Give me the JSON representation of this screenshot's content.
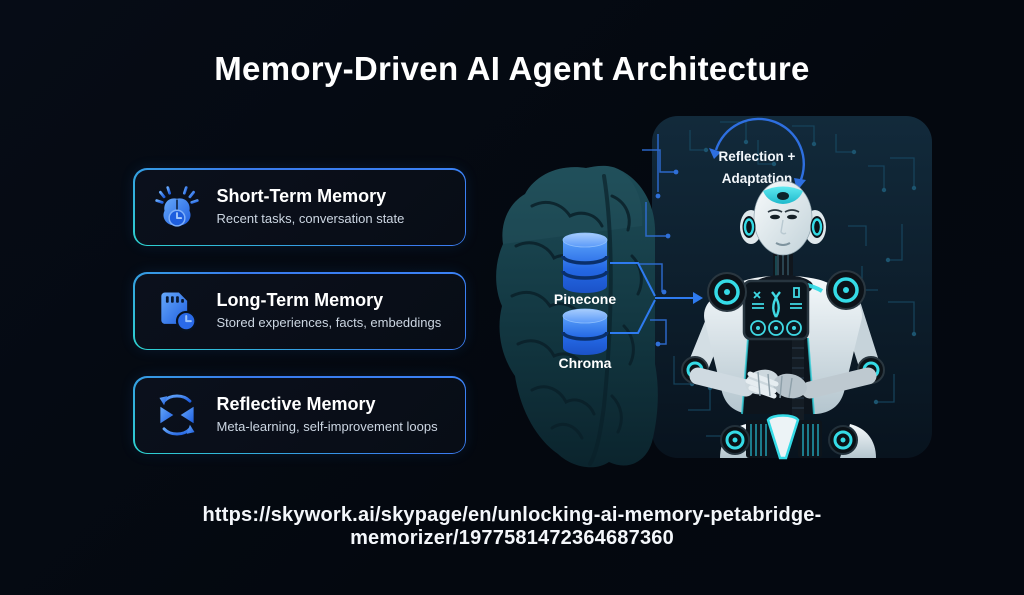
{
  "title": "Memory-Driven AI Agent Architecture",
  "cards": [
    {
      "icon": "short-term-memory-brain-icon",
      "title": "Short-Term Memory",
      "subtitle": "Recent tasks, conversation state"
    },
    {
      "icon": "long-term-memory-card-icon",
      "title": "Long-Term Memory",
      "subtitle": "Stored experiences, facts, embeddings"
    },
    {
      "icon": "reflective-memory-loop-icon",
      "title": "Reflective Memory",
      "subtitle": "Meta-learning, self-improvement loops"
    }
  ],
  "diagram": {
    "database_labels": {
      "top": "Pinecone",
      "bottom": "Chroma"
    },
    "loop_label": {
      "line1": "Reflection +",
      "line2": "Adaptation"
    }
  },
  "footer": {
    "url_line1": "https://skywork.ai/skypage/en/unlocking-ai-memory-petabridge-",
    "url_line2": "memorizer/1977581472364687360"
  },
  "colors": {
    "background": "#050a12",
    "card_border_blue": "#3b82f6",
    "card_border_teal": "#2dd4cf",
    "accent_blue": "#2e7bf0",
    "accent_cyan": "#35dbe6",
    "database_blue": "#2f6fe8",
    "text_primary": "#ffffff",
    "text_secondary": "#ccd6e2"
  }
}
